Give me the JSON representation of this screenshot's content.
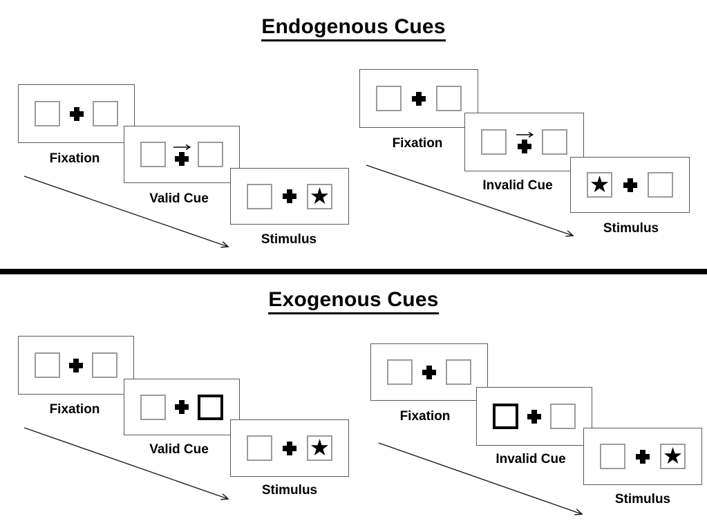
{
  "colors": {
    "background": "#ffffff",
    "text": "#000000",
    "panel_border": "#595959",
    "box_border": "#9b9b9b",
    "cue_highlight_border": "#000000",
    "divider": "#000000"
  },
  "glyphs": {
    "star": "★"
  },
  "sections": {
    "endogenous": {
      "title": "Endogenous Cues",
      "valid": {
        "fixation": "Fixation",
        "cue": "Valid Cue",
        "stimulus": "Stimulus"
      },
      "invalid": {
        "fixation": "Fixation",
        "cue": "Invalid Cue",
        "stimulus": "Stimulus"
      }
    },
    "exogenous": {
      "title": "Exogenous Cues",
      "valid": {
        "fixation": "Fixation",
        "cue": "Valid Cue",
        "stimulus": "Stimulus"
      },
      "invalid": {
        "fixation": "Fixation",
        "cue": "Invalid Cue",
        "stimulus": "Stimulus"
      }
    }
  }
}
